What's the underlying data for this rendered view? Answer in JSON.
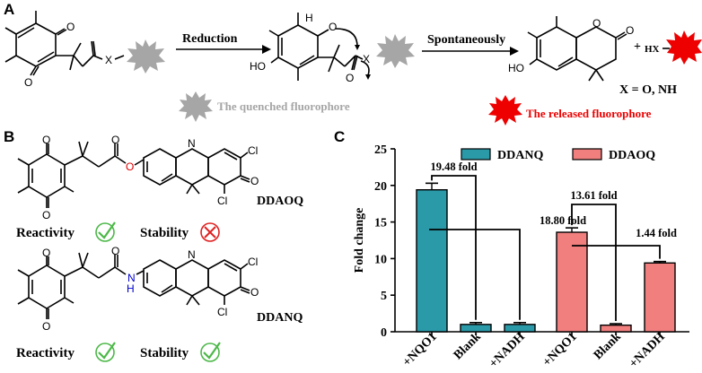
{
  "panels": {
    "a": "A",
    "b": "B",
    "c": "C"
  },
  "panel_a": {
    "step1_label": "Reduction",
    "step2_label": "Spontaneously",
    "x_group": "X",
    "hx_label": "HX",
    "plus": "+",
    "x_definition": "X = O, NH",
    "quenched_label": "The quenched fluorophore",
    "released_label": "The released fluorophore",
    "atoms": {
      "O": "O",
      "HO": "HO",
      "H": "H"
    },
    "quenched_color": "#a6a6a6",
    "released_color": "#ee0000"
  },
  "panel_b": {
    "probes": [
      {
        "name": "DDAOQ",
        "linker_atom": "O",
        "reactivity_label": "Reactivity",
        "stability_label": "Stability",
        "reactivity_ok": true,
        "stability_ok": false
      },
      {
        "name": "DDANQ",
        "linker_atom": "H",
        "linker_atom2": "N",
        "reactivity_label": "Reactivity",
        "stability_label": "Stability",
        "reactivity_ok": true,
        "stability_ok": true
      }
    ],
    "atoms": {
      "Cl": "Cl",
      "O": "O",
      "N": "N"
    },
    "check_color": "#4cb848",
    "cross_color": "#e02020"
  },
  "chart_data": {
    "type": "bar",
    "ylabel": "Fold change",
    "ylim": [
      0,
      25
    ],
    "yticks": [
      0,
      5,
      10,
      15,
      20,
      25
    ],
    "categories": [
      "+NQO1",
      "Blank",
      "+NADH"
    ],
    "series": [
      {
        "name": "DDANQ",
        "color": "#2b9aa8",
        "values": [
          19.4,
          1.0,
          1.0
        ],
        "errors": [
          0.9,
          0.25,
          0.25
        ]
      },
      {
        "name": "DDAOQ",
        "color": "#f07f7e",
        "values": [
          13.6,
          0.9,
          9.4
        ],
        "errors": [
          0.6,
          0.2,
          0.2
        ]
      }
    ],
    "annotations": [
      {
        "text": "19.48 fold"
      },
      {
        "text": "18.80 fold"
      },
      {
        "text": "13.61 fold"
      },
      {
        "text": "1.44 fold"
      }
    ],
    "legend_position": "top"
  }
}
